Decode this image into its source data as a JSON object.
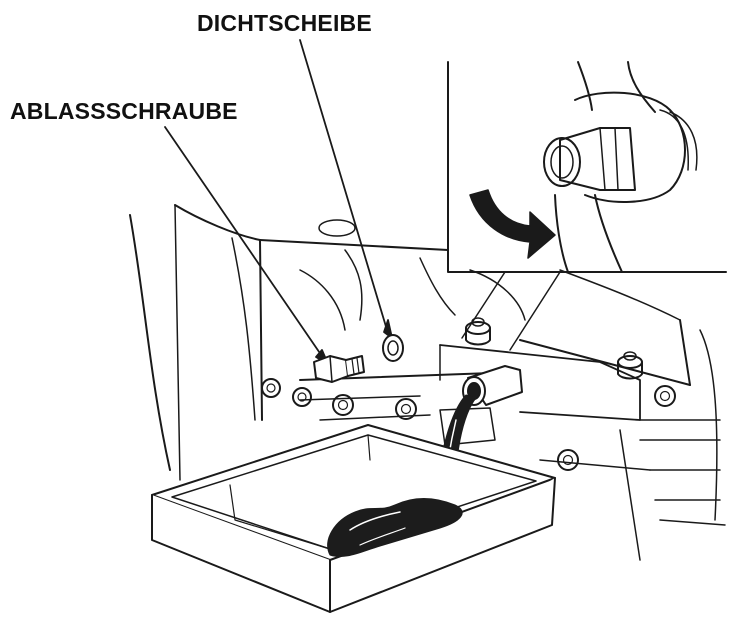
{
  "labels": {
    "dichtscheibe": "DICHTSCHEIBE",
    "ablassschraube": "ABLASSSCHRAUBE"
  },
  "colors": {
    "ink": "#1a1a1a",
    "oil": "#1c1c1c",
    "background": "#ffffff"
  },
  "icons": {
    "turn_arrow": "curved-arrow-counterclockwise"
  }
}
